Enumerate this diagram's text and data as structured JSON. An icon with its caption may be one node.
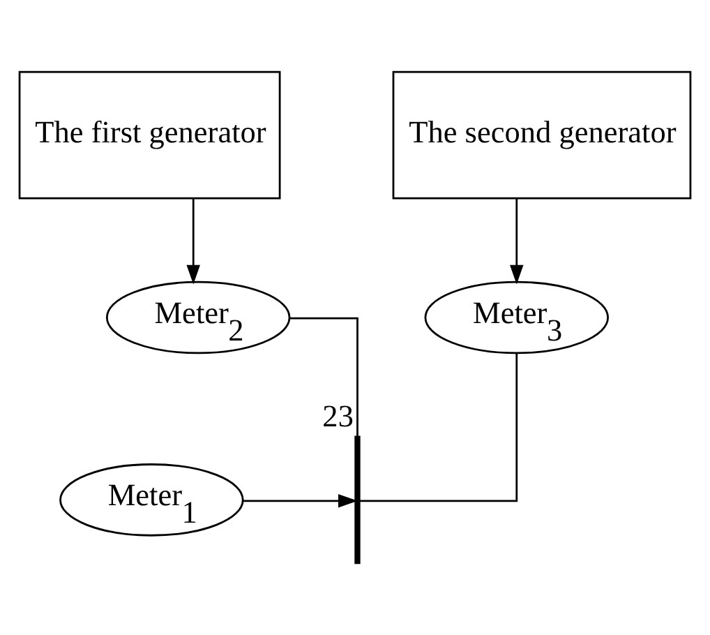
{
  "diagram": {
    "nodes": [
      {
        "text": [
          "The first generator"
        ]
      },
      {
        "text": [
          "The second generator"
        ]
      },
      {
        "text": [
          "Meter$_{2}$"
        ]
      },
      {
        "text": [
          "Meter$_{3}$"
        ]
      },
      {
        "text": [],
        "shape": "bar",
        "beside": [
          "23"
        ]
      },
      {
        "text": [
          "Meter$_{1}$"
        ]
      }
    ],
    "edges": [
      {
        "from": 0,
        "to": 2,
        "arrow": "to"
      },
      {
        "from": 1,
        "to": 3,
        "arrow": "to"
      },
      {
        "from": 2,
        "to": 4,
        "arrow": "none"
      },
      {
        "from": 3,
        "to": 4,
        "arrow": "none"
      },
      {
        "from": 5,
        "to": 4,
        "arrow": "to"
      }
    ]
  }
}
